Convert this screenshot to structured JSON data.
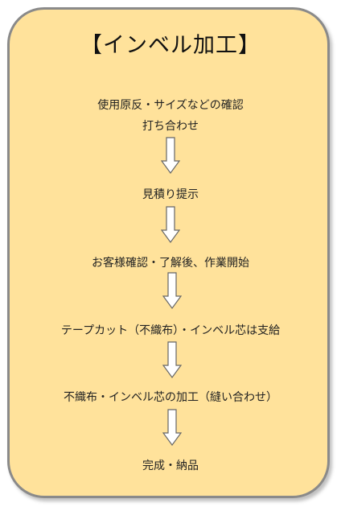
{
  "title": "【インベル加工】",
  "steps": [
    {
      "line1": "使用原反・サイズなどの確認",
      "line2": "打ち合わせ"
    },
    {
      "line1": "見積り提示"
    },
    {
      "line1": "お客様確認・了解後、作業開始"
    },
    {
      "line1": "テープカット（不織布）・インベル芯は支給"
    },
    {
      "line1": "不織布・インベル芯の加工（縫い合わせ）"
    },
    {
      "line1": "完成・納品"
    }
  ],
  "colors": {
    "card_fill": "#ffe29b",
    "card_border": "#8a8a8a",
    "arrow_stroke": "#666666",
    "arrow_fill": "#ffffff"
  }
}
